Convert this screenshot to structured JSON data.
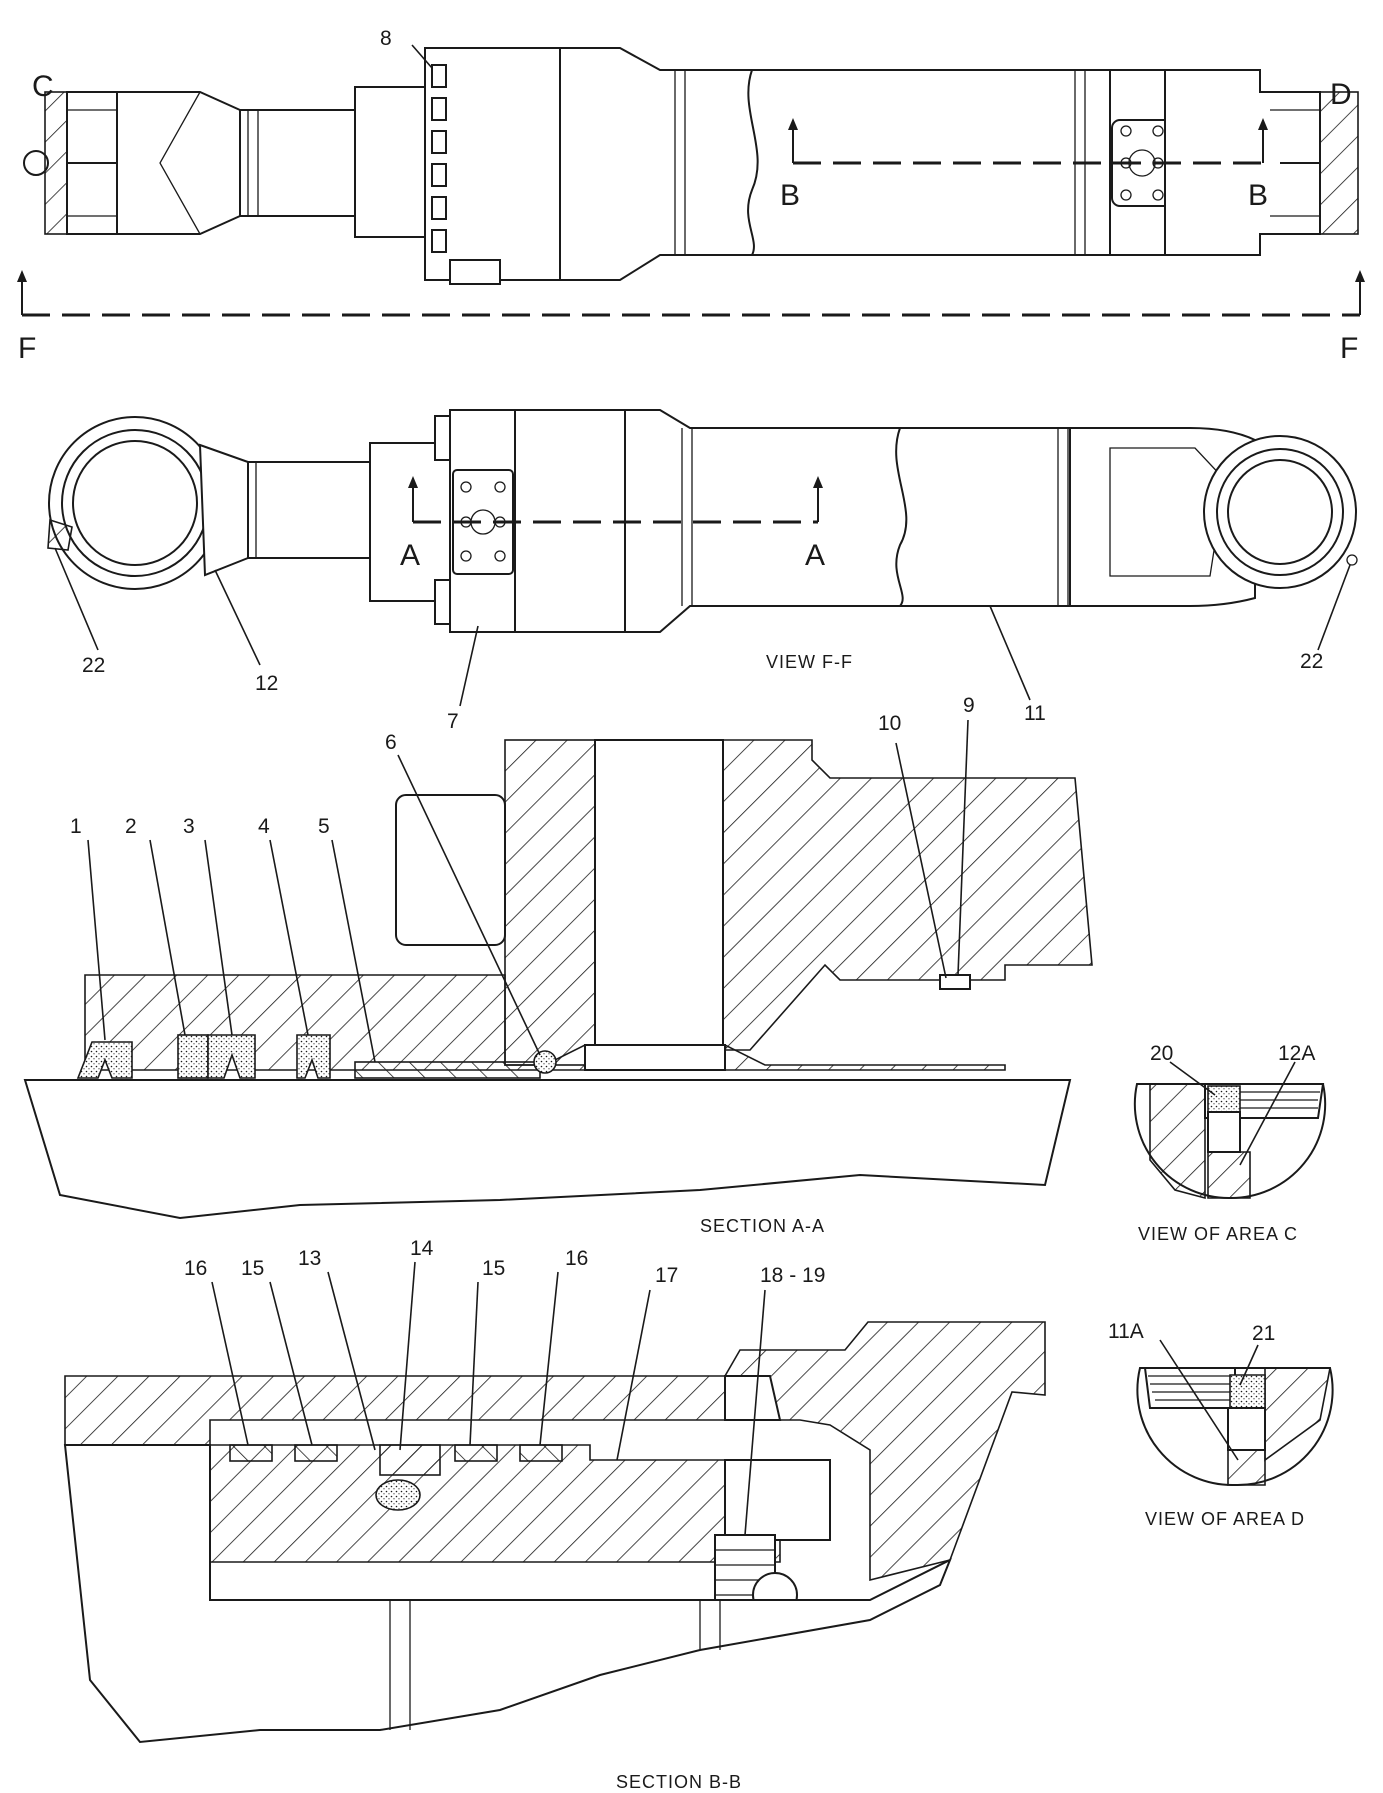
{
  "views": {
    "top_letters": {
      "c": "C",
      "d": "D",
      "f_left": "F",
      "f_right": "F",
      "b_left": "B",
      "b_right": "B"
    },
    "view_ff": {
      "a_left": "A",
      "a_right": "A",
      "caption": "VIEW  F-F"
    },
    "section_aa": {
      "caption": "SECTION  A-A"
    },
    "section_bb": {
      "caption": "SECTION  B-B"
    },
    "area_c": {
      "caption": "VIEW OF AREA  C"
    },
    "area_d": {
      "caption": "VIEW OF AREA  D"
    }
  },
  "callouts": {
    "top": [
      "8"
    ],
    "view_ff": [
      "22",
      "12",
      "7",
      "11",
      "22"
    ],
    "section_aa": [
      "1",
      "2",
      "3",
      "4",
      "5",
      "6",
      "10",
      "9"
    ],
    "area_c": [
      "20",
      "12A"
    ],
    "section_bb": [
      "16",
      "15",
      "13",
      "14",
      "15",
      "16",
      "17",
      "18 - 19"
    ],
    "area_d": [
      "11A",
      "21"
    ]
  },
  "colors": {
    "line": "#1a1a1a",
    "background": "#ffffff"
  }
}
